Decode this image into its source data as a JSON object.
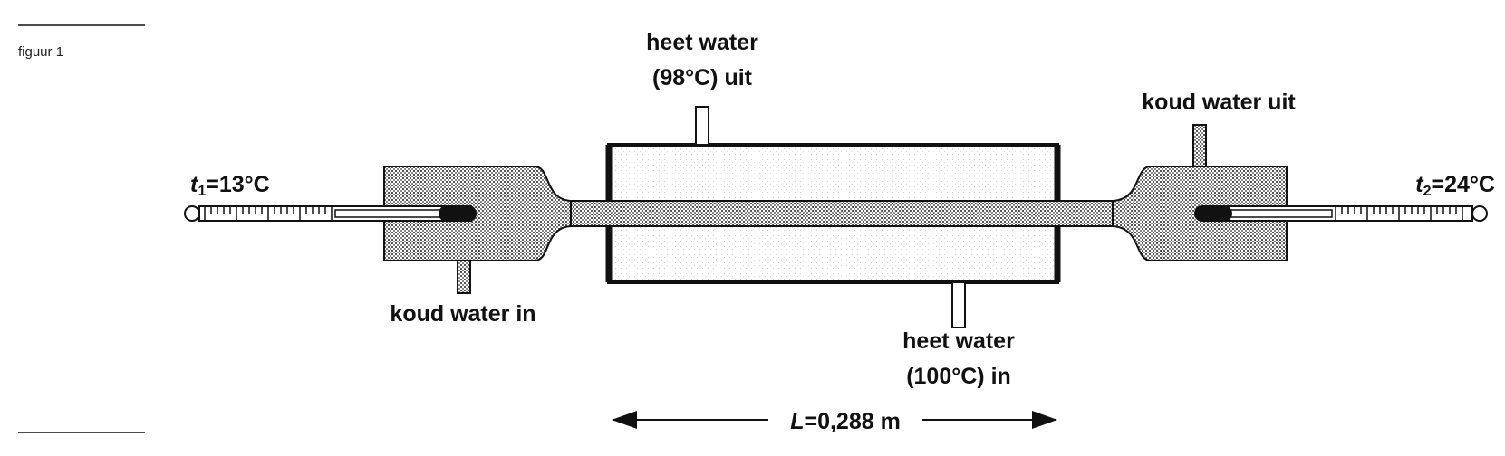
{
  "figure_label": "figuur 1",
  "labels": {
    "hot_out_line1": "heet water",
    "hot_out_line2": "(98°C) uit",
    "cold_out": "koud water uit",
    "cold_in": "koud water in",
    "hot_in_line1": "heet water",
    "hot_in_line2": "(100°C) in",
    "length_symbol": "L",
    "length_value": "=0,288 m"
  },
  "thermometers": {
    "left": {
      "symbol": "t",
      "subscript": "1",
      "reading": "=13°C"
    },
    "right": {
      "symbol": "t",
      "subscript": "2",
      "reading": "=24°C"
    }
  }
}
